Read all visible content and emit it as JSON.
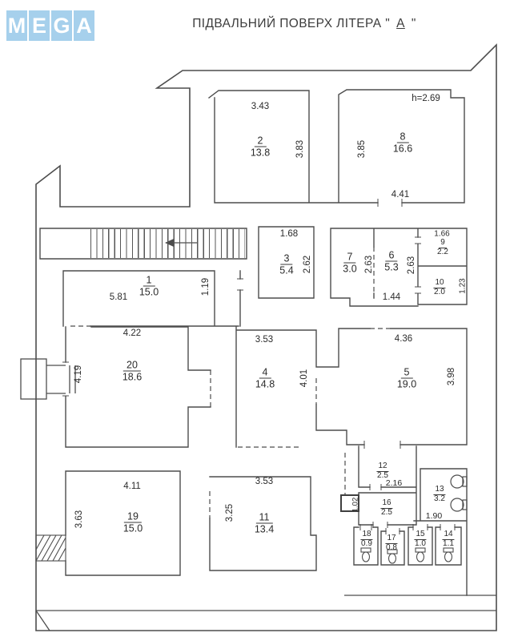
{
  "logo": {
    "letters": [
      "M",
      "E",
      "G",
      "A"
    ],
    "tile_color": "#a6d0ec"
  },
  "title": {
    "text": "ПІДВАЛЬНИЙ ПОВЕРХ ЛІТЕРА",
    "quote_open": "\"",
    "letter": "А",
    "quote_close": "\""
  },
  "rooms": [
    {
      "number": "1",
      "area": "15.0"
    },
    {
      "number": "2",
      "area": "13.8"
    },
    {
      "number": "3",
      "area": "5.4"
    },
    {
      "number": "4",
      "area": "14.8"
    },
    {
      "number": "5",
      "area": "19.0"
    },
    {
      "number": "6",
      "area": "5.3"
    },
    {
      "number": "7",
      "area": "3.0"
    },
    {
      "number": "8",
      "area": "16.6"
    },
    {
      "number": "9",
      "area": "2.2"
    },
    {
      "number": "10",
      "area": "2.0"
    },
    {
      "number": "11",
      "area": "13.4"
    },
    {
      "number": "12",
      "area": "2.5"
    },
    {
      "number": "13",
      "area": "3.2"
    },
    {
      "number": "14",
      "area": "1.1"
    },
    {
      "number": "15",
      "area": "1.0"
    },
    {
      "number": "16",
      "area": "2.5"
    },
    {
      "number": "17",
      "area": "0.8"
    },
    {
      "number": "18",
      "area": "0.9"
    },
    {
      "number": "19",
      "area": "15.0"
    },
    {
      "number": "20",
      "area": "18.6"
    }
  ],
  "dims": [
    "3.43",
    "3.83",
    "h=2.69",
    "3.85",
    "4.41",
    "1.68",
    "2.62",
    "2.63",
    "2.63",
    "1.66",
    "1.23",
    "1.44",
    "5.81",
    "1.19",
    "4.22",
    "4.19",
    "3.53",
    "4.01",
    "4.36",
    "3.98",
    "4.11",
    "3.63",
    "3.53",
    "3.25",
    "2.16",
    "1.02",
    "1.90"
  ]
}
